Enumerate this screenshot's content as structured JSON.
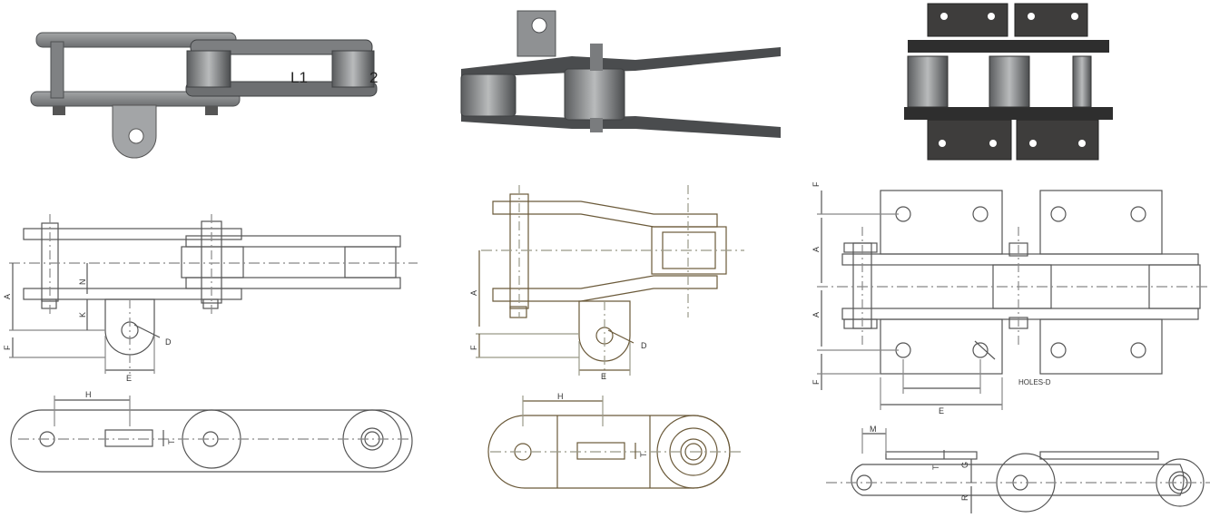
{
  "photo_overlay": {
    "left": "L1",
    "right": "2"
  },
  "drawing1": {
    "dims": {
      "A": "A",
      "N": "N",
      "K": "K",
      "F": "F",
      "D": "D",
      "E": "E",
      "H": "H",
      "T": "T"
    }
  },
  "drawing2": {
    "dims": {
      "A": "A",
      "F": "F",
      "D": "D",
      "E": "E",
      "H": "H",
      "T": "T"
    }
  },
  "drawing3": {
    "dims": {
      "F": "F",
      "A": "A",
      "E": "E",
      "M": "M",
      "T": "T",
      "G": "G",
      "R": "R"
    },
    "holes_label": "HOLES-D"
  },
  "colors": {
    "steel": "#8d8f90",
    "steel_dark": "#4e5052",
    "line": "#555555",
    "drawing2_line": "#6b5a3a"
  }
}
